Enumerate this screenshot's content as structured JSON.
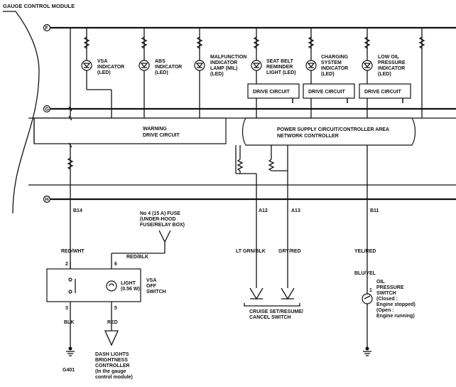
{
  "module_title": "GAUGE CONTROL MODULE",
  "rails": {
    "f": "F",
    "g": "G",
    "h": "H"
  },
  "indicators": [
    {
      "lines": [
        "VSA",
        "INDICATOR",
        "(LED)"
      ]
    },
    {
      "lines": [
        "ABS",
        "INDICATOR",
        "(LED)"
      ]
    },
    {
      "lines": [
        "MALFUNCTION",
        "INDICATOR",
        "LAMP (MIL)",
        "(LED)"
      ]
    },
    {
      "lines": [
        "SEAT BELT",
        "REMINDER",
        "LIGHT (LED)"
      ]
    },
    {
      "lines": [
        "CHARGING",
        "SYSTEM",
        "INDICATOR",
        "(LED)"
      ]
    },
    {
      "lines": [
        "LOW OIL",
        "PRESSURE",
        "INDICATOR",
        "(LED)"
      ]
    }
  ],
  "drive_circuit_label": "DRIVE CIRCUIT",
  "warning_drive": [
    "WARNING",
    "DRIVE CIRCUIT"
  ],
  "power_supply": [
    "POWER SUPPLY CIRCUIT/CONTROLLER AREA",
    "NETWORK CONTROLLER"
  ],
  "pins": {
    "b14": "B14",
    "a12": "A12",
    "a13": "A13",
    "b11": "B11"
  },
  "fuse": [
    "No 4 (15 A) FUSE",
    "(UNDER-HOOD",
    "FUSE/RELAY BOX)"
  ],
  "wires": {
    "red_wht": "RED/WHT",
    "red_blk": "RED/BLK",
    "lt_grn_blk": "LT GRN/BLK",
    "gry_red": "GRY/RED",
    "yel_red": "YEL/RED",
    "blu_yel": "BLU/YEL",
    "blk": "BLK",
    "red": "RED"
  },
  "switch_pins": {
    "p2": "2",
    "p3": "3",
    "p6": "6",
    "p5": "5",
    "p1": "1"
  },
  "vsa_switch": [
    "VSA",
    "OFF",
    "SWITCH"
  ],
  "light": [
    "LIGHT",
    "(0.56 W)"
  ],
  "cruise": [
    "CRUISE SET/RESUME/",
    "CANCEL SWITCH"
  ],
  "oil_switch": [
    "OIL",
    "PRESSURE",
    "SWITCH",
    "(Closed :",
    "Engine stopped)",
    "(Open :",
    "Engine running)"
  ],
  "dash": [
    "DASH LIGHTS",
    "BRIGHTNESS",
    "CONTROLLER",
    "(In the gauge",
    "control module)"
  ],
  "ground": "G401"
}
